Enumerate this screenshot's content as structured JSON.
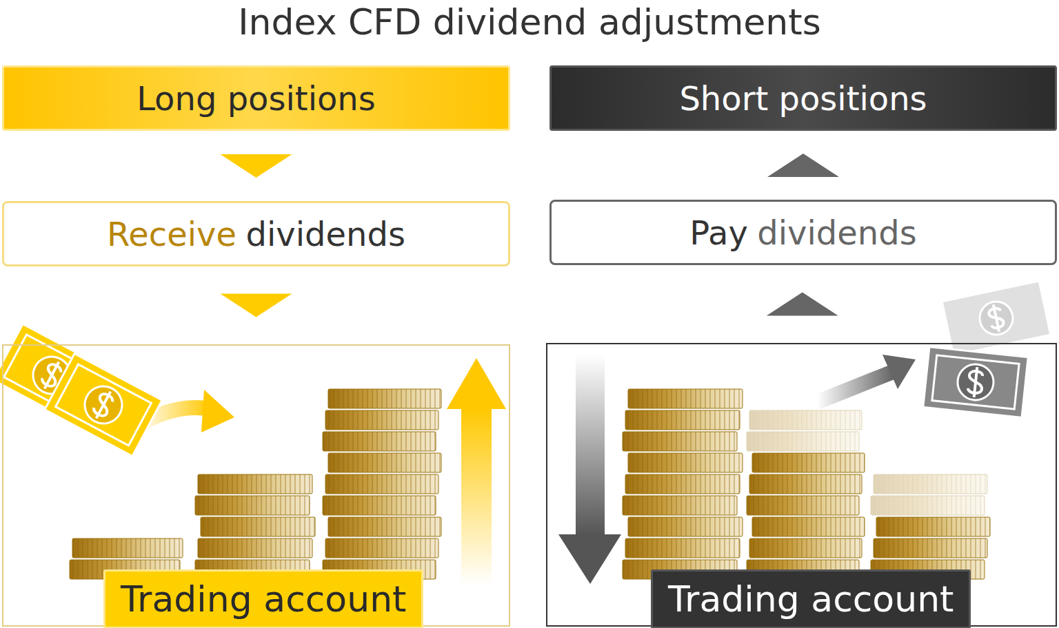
{
  "diagram": {
    "title": "Index CFD dividend adjustments",
    "nodes": [
      {
        "text": [
          "Long positions"
        ]
      },
      {
        "text": [
          "Receive",
          "dividends"
        ]
      },
      {
        "text": [
          "Trading account"
        ]
      },
      {
        "text": [
          "Short positions"
        ]
      },
      {
        "text": [
          "Pay",
          "dividends"
        ]
      },
      {
        "text": [
          "Trading account"
        ]
      }
    ],
    "edges": [
      {
        "from": 0,
        "to": 1,
        "arrow": "to"
      },
      {
        "from": 1,
        "to": 2,
        "arrow": "to"
      },
      {
        "from": 5,
        "to": 4,
        "arrow": "to"
      },
      {
        "from": 4,
        "to": 3,
        "arrow": "to"
      }
    ]
  }
}
